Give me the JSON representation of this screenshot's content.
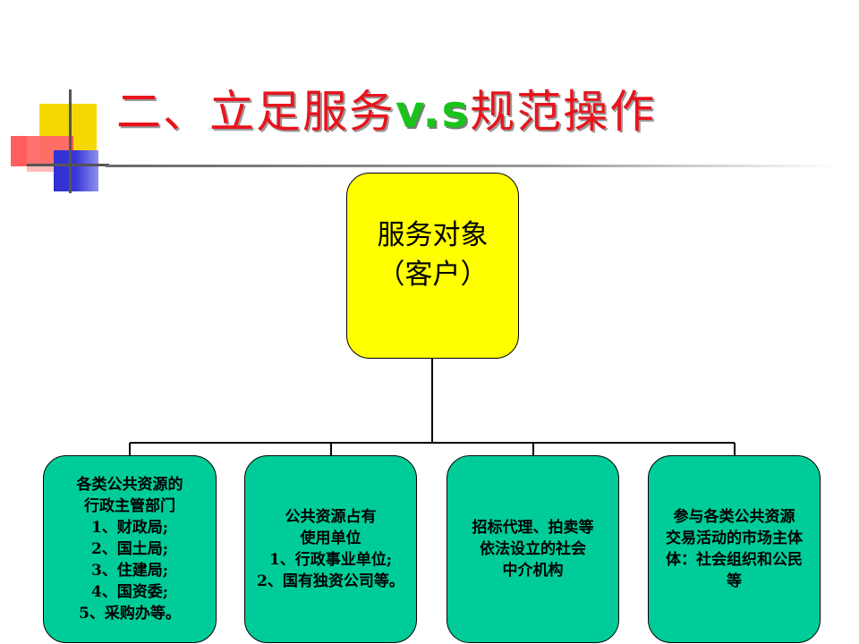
{
  "title": {
    "part1": "二、立足服务",
    "vs": "v.s",
    "part2": "规范操作"
  },
  "root": {
    "line1": "服务对象",
    "line2": "（客户）"
  },
  "children": [
    {
      "lines": [
        "各类公共资源的",
        "行政主管部门",
        "1、财政局;",
        "2、国土局;",
        "3、住建局;",
        "4、国资委;",
        "5、采购办等。"
      ]
    },
    {
      "lines": [
        "公共资源占有",
        "使用单位",
        "1、行政事业单位;",
        "2、国有独资公司等。"
      ]
    },
    {
      "lines": [
        "招标代理、拍卖等",
        "依法设立的社会",
        "中介机构"
      ]
    },
    {
      "lines": [
        "参与各类公共资源",
        "交易活动的市场主体",
        "体：社会组织和公民",
        "等"
      ]
    }
  ],
  "colors": {
    "title_red": "#e8141c",
    "vs_green": "#19c319",
    "root_fill": "#ffff00",
    "child_fill": "#00cc99"
  }
}
